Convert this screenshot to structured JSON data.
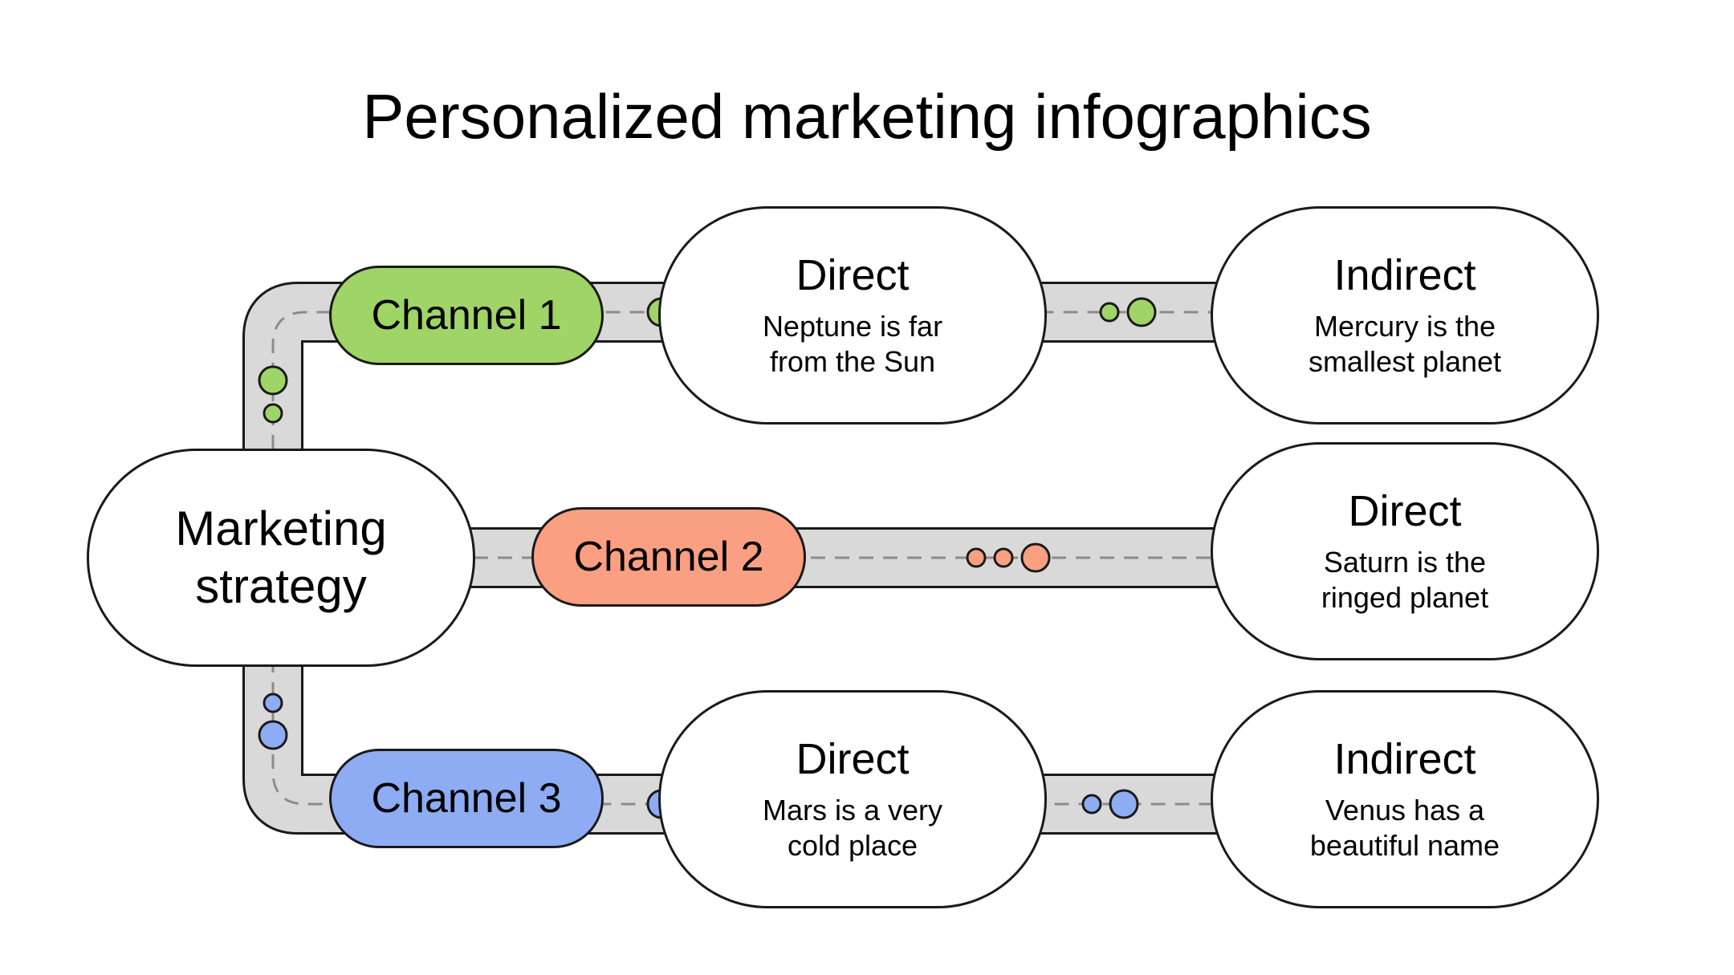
{
  "title": "Personalized marketing infographics",
  "colors": {
    "green": "#9fd466",
    "orange": "#fa9f82",
    "blue": "#8eacf4",
    "road": "#d9d9d9",
    "outline": "#1a1a1a",
    "dash": "#8c8c8c"
  },
  "strategy": {
    "label": "Marketing\nstrategy"
  },
  "channels": [
    {
      "label": "Channel 1",
      "color": "#9fd466",
      "first": {
        "heading": "Direct",
        "text": "Neptune is far\nfrom the Sun"
      },
      "second": {
        "heading": "Indirect",
        "text": "Mercury is the\nsmallest planet"
      }
    },
    {
      "label": "Channel 2",
      "color": "#fa9f82",
      "first": {
        "heading": "Direct",
        "text": "Saturn is the\nringed planet"
      }
    },
    {
      "label": "Channel 3",
      "color": "#8eacf4",
      "first": {
        "heading": "Direct",
        "text": "Mars is a very\ncold place"
      },
      "second": {
        "heading": "Indirect",
        "text": "Venus has a\nbeautiful name"
      }
    }
  ]
}
